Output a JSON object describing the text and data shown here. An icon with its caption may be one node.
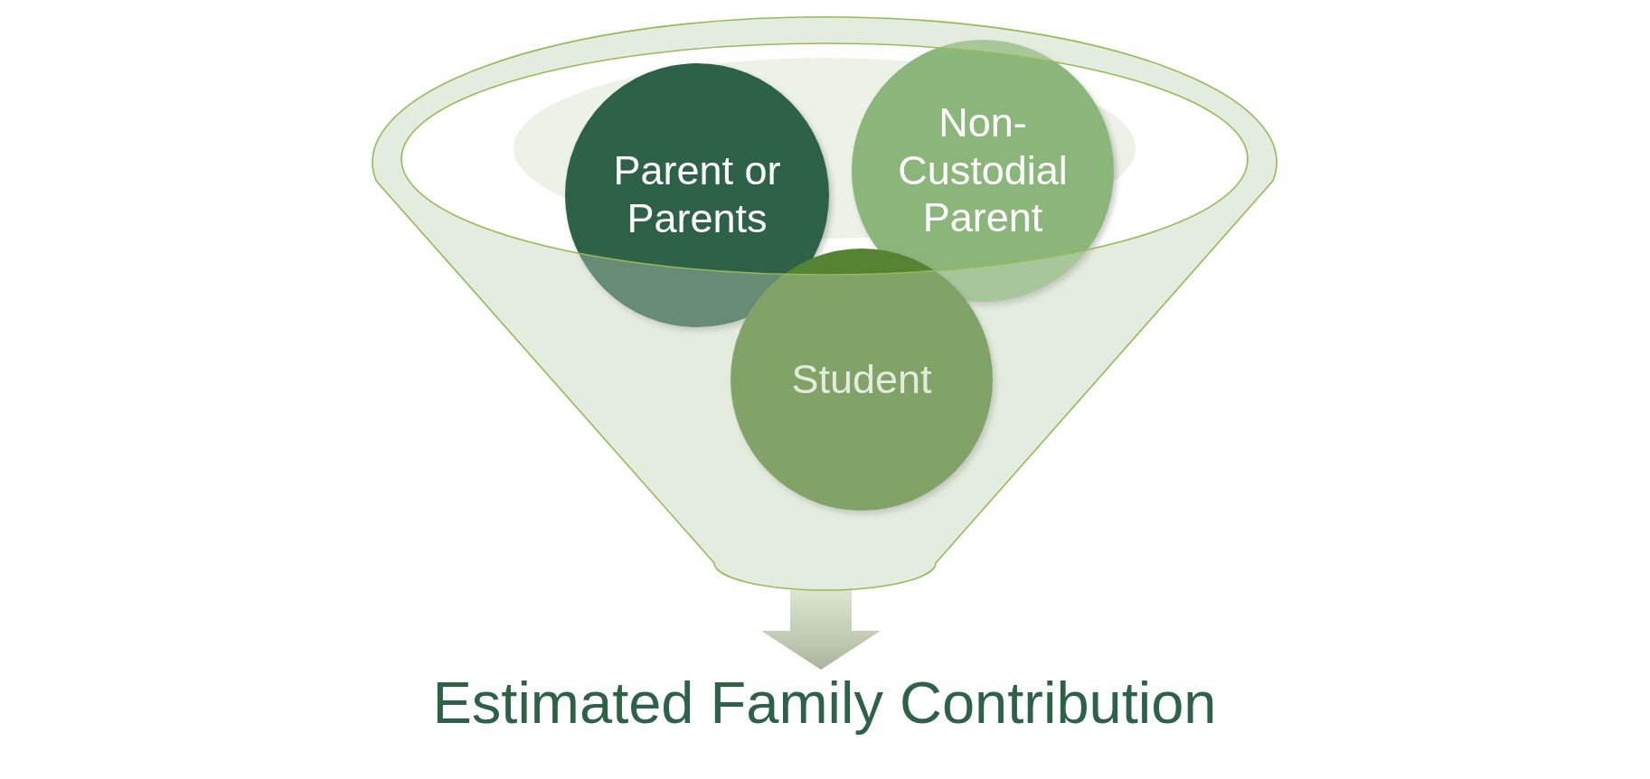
{
  "diagram": {
    "nodes": [
      {
        "text": [],
        "shape": "funnel"
      },
      {
        "text": [
          "Parent or Parents"
        ],
        "in": 0
      },
      {
        "text": [
          "Non-Custodial Parent"
        ],
        "in": 0
      },
      {
        "text": [
          "Student"
        ],
        "in": 0
      },
      {
        "text": [
          "Estimated Family Contribution"
        ]
      }
    ],
    "edges": [
      {
        "from": 0,
        "to": 4,
        "arrow": "to"
      }
    ]
  }
}
